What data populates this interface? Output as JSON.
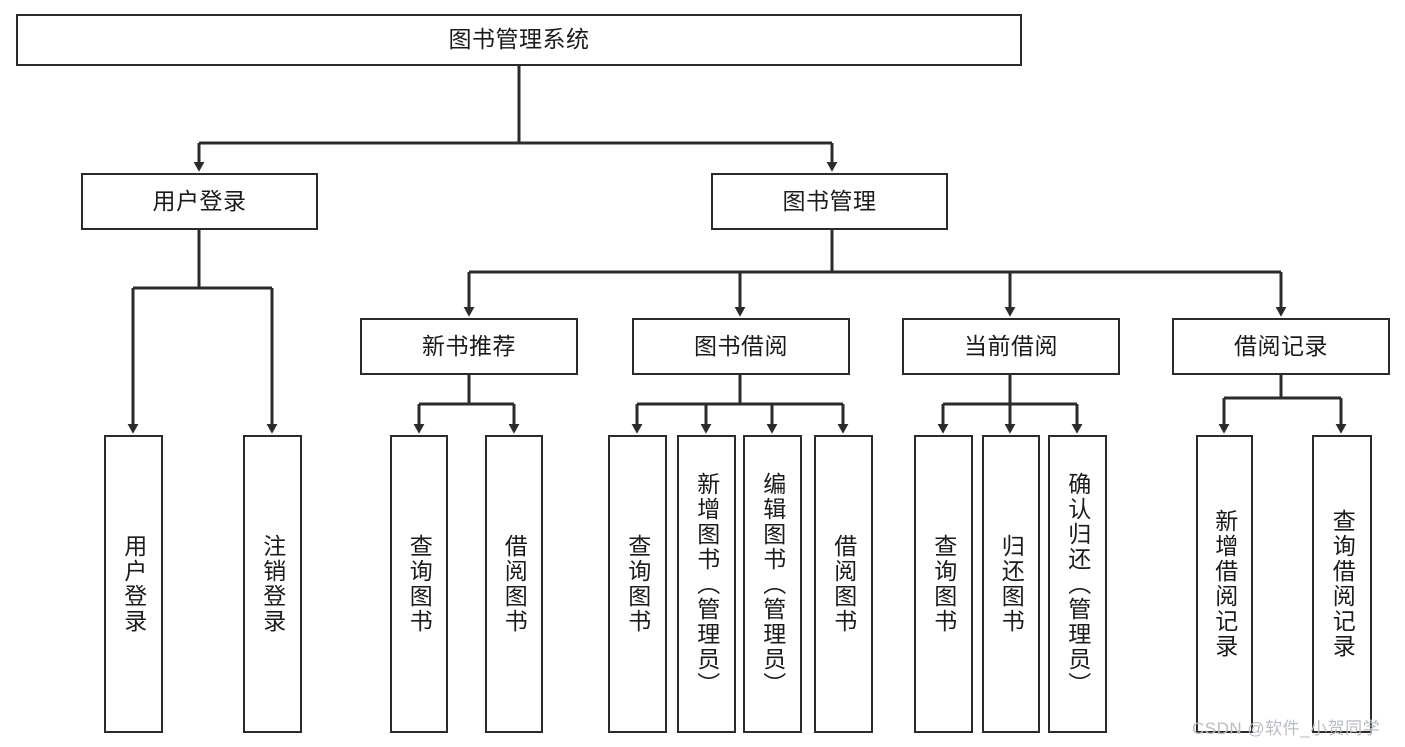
{
  "diagram": {
    "title": "图书管理系统",
    "type": "tree",
    "watermark": "CSDN @软件_小贺同学",
    "colors": {
      "background": "#ffffff",
      "box_border": "#2b2b2b",
      "box_fill": "#ffffff",
      "text": "#1b1b1b",
      "connector": "#2b2b2b",
      "watermark": "#b9bdc2"
    },
    "nodes": {
      "root": {
        "label": "图书管理系统"
      },
      "level1": [
        {
          "label": "用户登录"
        },
        {
          "label": "图书管理"
        }
      ],
      "level2": [
        {
          "label": "新书推荐"
        },
        {
          "label": "图书借阅"
        },
        {
          "label": "当前借阅"
        },
        {
          "label": "借阅记录"
        }
      ],
      "leaves_user_login": [
        {
          "label": "用户登录"
        },
        {
          "label": "注销登录"
        }
      ],
      "leaves_new_book": [
        {
          "label": "查询图书"
        },
        {
          "label": "借阅图书"
        }
      ],
      "leaves_book_borrow": [
        {
          "label": "查询图书"
        },
        {
          "label": "新增图书（管理员）"
        },
        {
          "label": "编辑图书（管理员）"
        },
        {
          "label": "借阅图书"
        }
      ],
      "leaves_current_borrow": [
        {
          "label": "查询图书"
        },
        {
          "label": "归还图书"
        },
        {
          "label": "确认归还（管理员）"
        }
      ],
      "leaves_borrow_record": [
        {
          "label": "新增借阅记录"
        },
        {
          "label": "查询借阅记录"
        }
      ]
    }
  }
}
